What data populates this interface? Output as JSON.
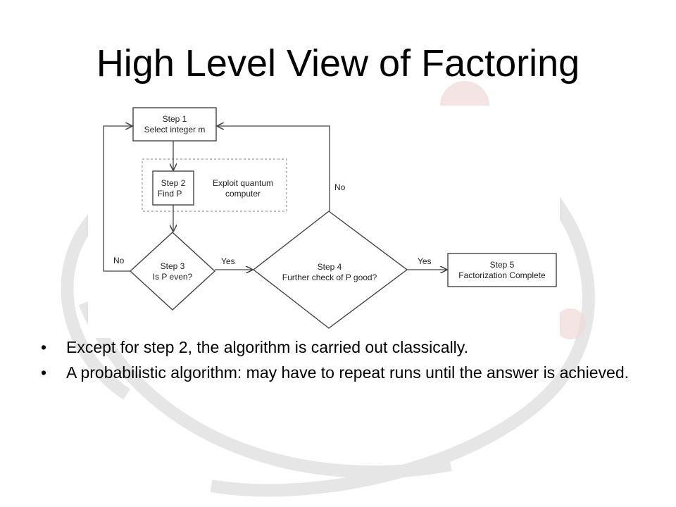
{
  "slide": {
    "title": "High Level View of Factoring"
  },
  "diagram": {
    "step1": {
      "line1": "Step 1",
      "line2": "Select integer m"
    },
    "step2": {
      "line1": "Step 2",
      "line2": "Find P"
    },
    "quantum_note": {
      "line1": "Exploit quantum",
      "line2": "computer"
    },
    "step3": {
      "line1": "Step 3",
      "line2": "Is P even?"
    },
    "step4": {
      "line1": "Step 4",
      "line2": "Further check of P good?"
    },
    "step5": {
      "line1": "Step 5",
      "line2": "Factorization Complete"
    },
    "label_no_left": "No",
    "label_no_top": "No",
    "label_yes_3_4": "Yes",
    "label_yes_4_5": "Yes"
  },
  "bullets": [
    {
      "mark": "•",
      "text": "Except for step 2, the algorithm is carried out classically."
    },
    {
      "mark": "•",
      "text": "A probabilistic algorithm: may have to repeat runs until the answer is achieved."
    }
  ],
  "colors": {
    "watermark": "#e8e8e8",
    "watermark_accent": "#f2dede",
    "line": "#444444"
  }
}
